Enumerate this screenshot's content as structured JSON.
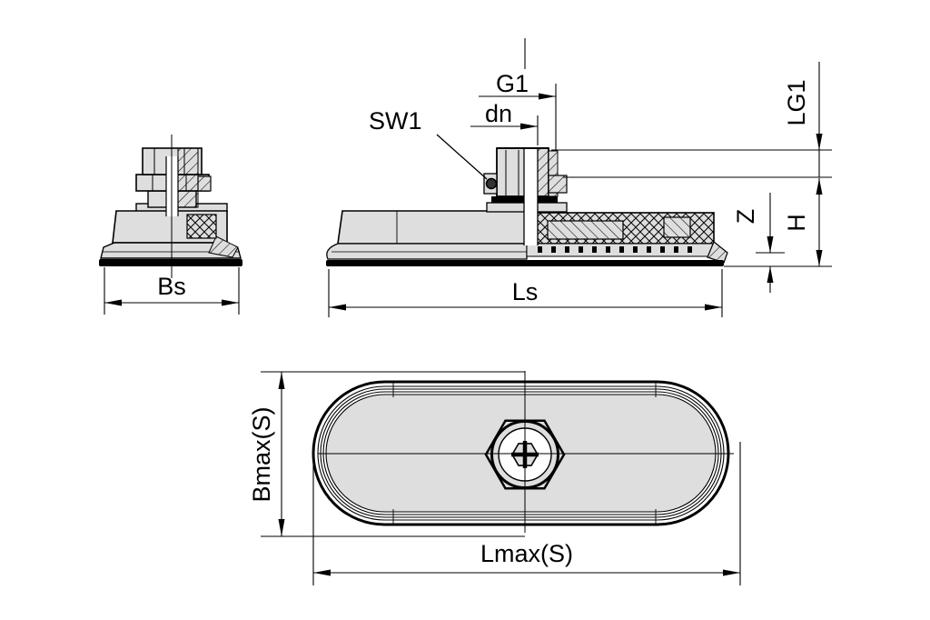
{
  "drawing": {
    "title": "suction-cup-technical-drawing",
    "labels": {
      "g1": "G1",
      "dn": "dn",
      "sw1": "SW1",
      "bs": "Bs",
      "ls": "Ls",
      "lg1": "LG1",
      "z": "Z",
      "h": "H",
      "bmax": "Bmax(S)",
      "lmax": "Lmax(S)"
    },
    "colors": {
      "line": "#000000",
      "material_fill": "#dedede",
      "background": "#ffffff"
    }
  }
}
